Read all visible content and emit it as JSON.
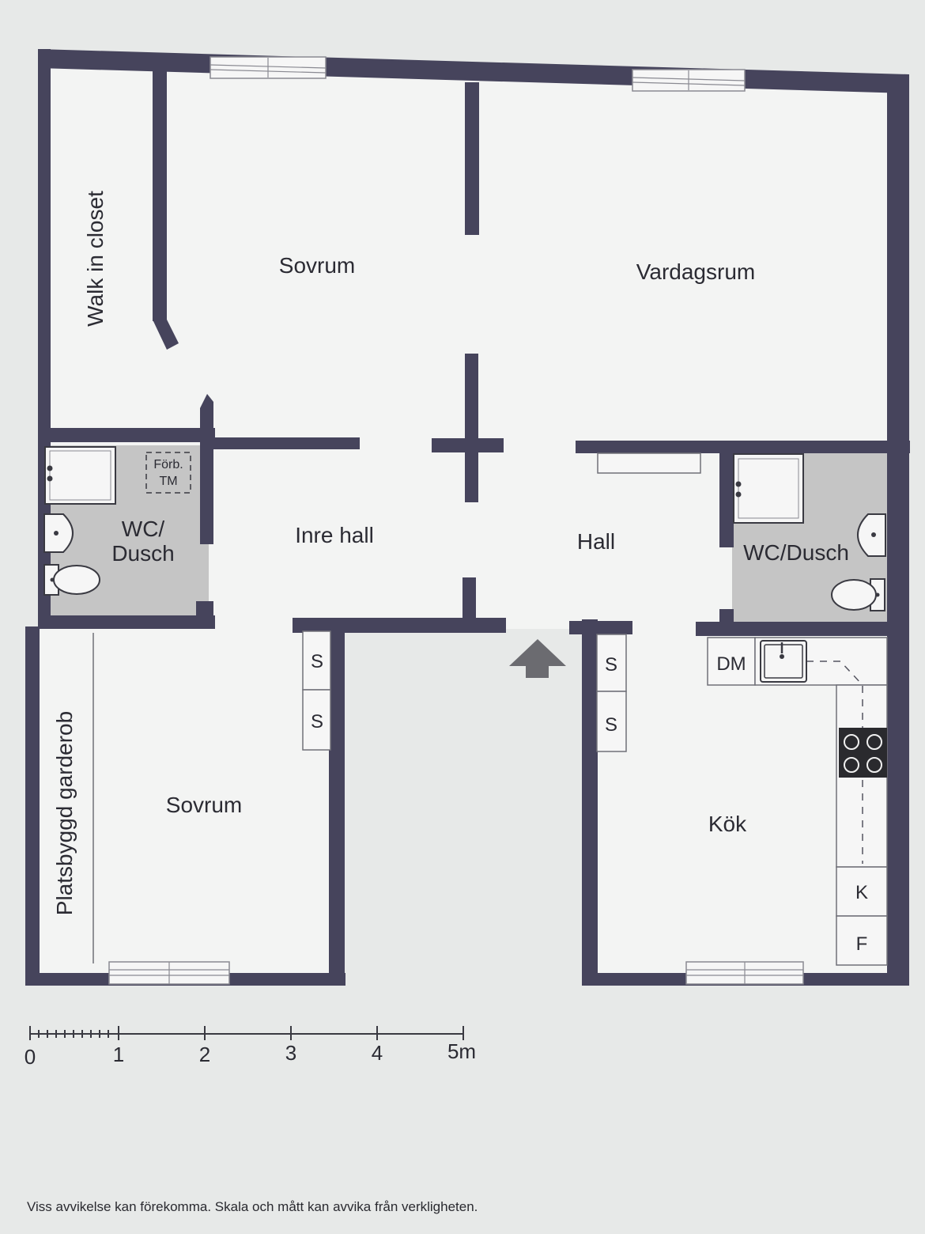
{
  "rooms": {
    "walk_in_closet": "Walk in closet",
    "sovrum_top": "Sovrum",
    "vardagsrum": "Vardagsrum",
    "forb": "Förb.",
    "tm": "TM",
    "wc_left_line1": "WC/",
    "wc_left_line2": "Dusch",
    "inre_hall": "Inre hall",
    "hall": "Hall",
    "wc_right": "WC/Dusch",
    "dm": "DM",
    "platsbyggd_garderob": "Platsbyggd garderob",
    "sovrum_bottom": "Sovrum",
    "kok": "Kök"
  },
  "closets": {
    "left_top": "S",
    "left_bottom": "S",
    "right_top": "S",
    "right_bottom": "S"
  },
  "appliances": {
    "fridge": "K",
    "freezer": "F"
  },
  "scale_bar": {
    "labels": [
      "0",
      "1",
      "2",
      "3",
      "4",
      "5m"
    ]
  },
  "footer": {
    "disclaimer": "Viss avvikelse kan förekomma. Skala och mått kan avvika från verkligheten."
  },
  "colors": {
    "wall": "#46445c",
    "wet_room": "#c5c5c5",
    "floor": "#f3f4f3",
    "background": "#e7e9e8"
  },
  "icons": {
    "entrance": "entrance-arrow-icon",
    "stove": "stove-icon",
    "sink": "sink-icon",
    "shower": "shower-icon",
    "toilet": "toilet-icon",
    "washbasin": "washbasin-icon"
  }
}
